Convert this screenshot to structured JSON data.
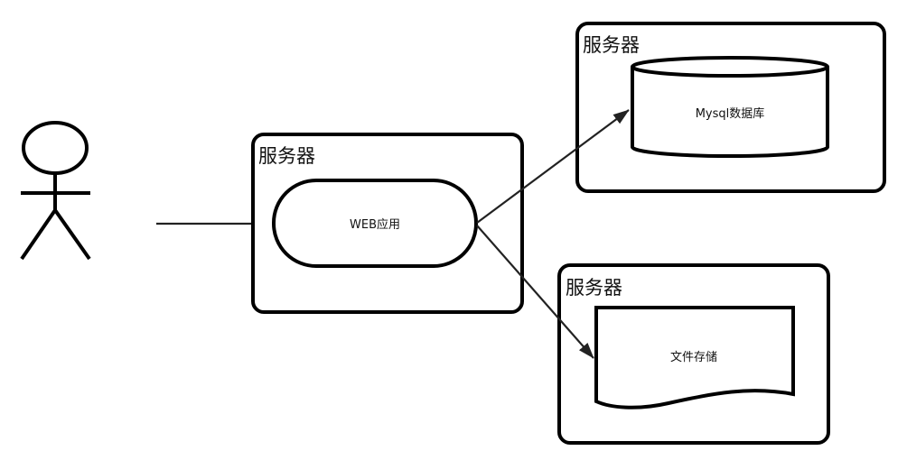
{
  "diagram": {
    "actor": {
      "name": "user",
      "label": ""
    },
    "servers": [
      {
        "id": "web-server",
        "title": "服务器",
        "component": {
          "type": "terminator",
          "label": "WEB应用"
        }
      },
      {
        "id": "db-server",
        "title": "服务器",
        "component": {
          "type": "database",
          "label": "Mysql数据库"
        }
      },
      {
        "id": "file-server",
        "title": "服务器",
        "component": {
          "type": "document",
          "label": "文件存储"
        }
      }
    ],
    "edges": [
      {
        "from": "user",
        "to": "WEB应用"
      },
      {
        "from": "WEB应用",
        "to": "Mysql数据库"
      },
      {
        "from": "WEB应用",
        "to": "文件存储"
      }
    ],
    "colors": {
      "stroke": "#000000",
      "background": "#ffffff",
      "edge": "#222222"
    }
  }
}
